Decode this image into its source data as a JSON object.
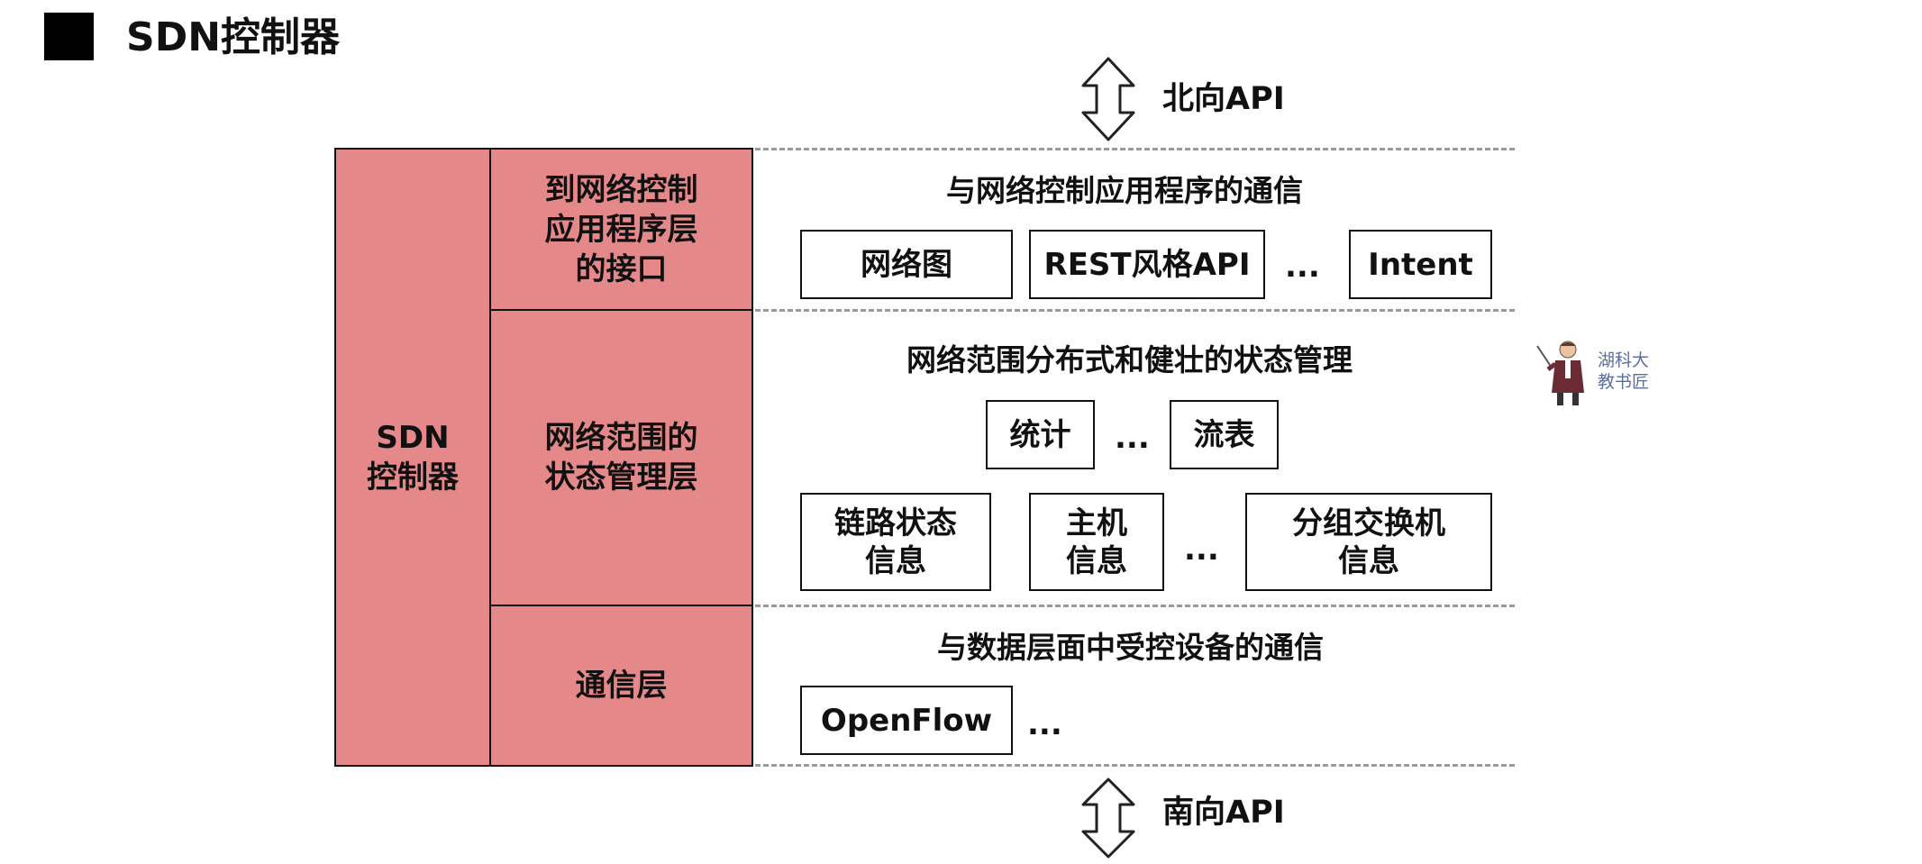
{
  "header": {
    "title": "SDN控制器"
  },
  "apis": {
    "north": "北向API",
    "south": "南向API"
  },
  "controller": {
    "label_line1": "SDN",
    "label_line2": "控制器"
  },
  "layers": {
    "app_interface": {
      "line1": "到网络控制",
      "line2": "应用程序层",
      "line3": "的接口"
    },
    "state_mgmt": {
      "line1": "网络范围的",
      "line2": "状态管理层"
    },
    "comm": {
      "label": "通信层"
    }
  },
  "sections": {
    "top": {
      "title": "与网络控制应用程序的通信",
      "items": [
        "网络图",
        "REST风格API",
        "Intent"
      ],
      "ellipsis": "..."
    },
    "middle": {
      "title": "网络范围分布式和健壮的状态管理",
      "row1": [
        "统计",
        "流表"
      ],
      "row2": [
        {
          "line1": "链路状态",
          "line2": "信息"
        },
        {
          "line1": "主机",
          "line2": "信息"
        },
        {
          "line1": "分组交换机",
          "line2": "信息"
        }
      ],
      "ellipsis": "..."
    },
    "bottom": {
      "title": "与数据层面中受控设备的通信",
      "items": [
        "OpenFlow"
      ],
      "ellipsis": "..."
    }
  },
  "watermark": {
    "line1": "湖科大",
    "line2": "教书匠"
  },
  "colors": {
    "layer_fill": "#e5888a",
    "dash": "#9a9a9a",
    "watermark_text": "#5b6f9e"
  }
}
